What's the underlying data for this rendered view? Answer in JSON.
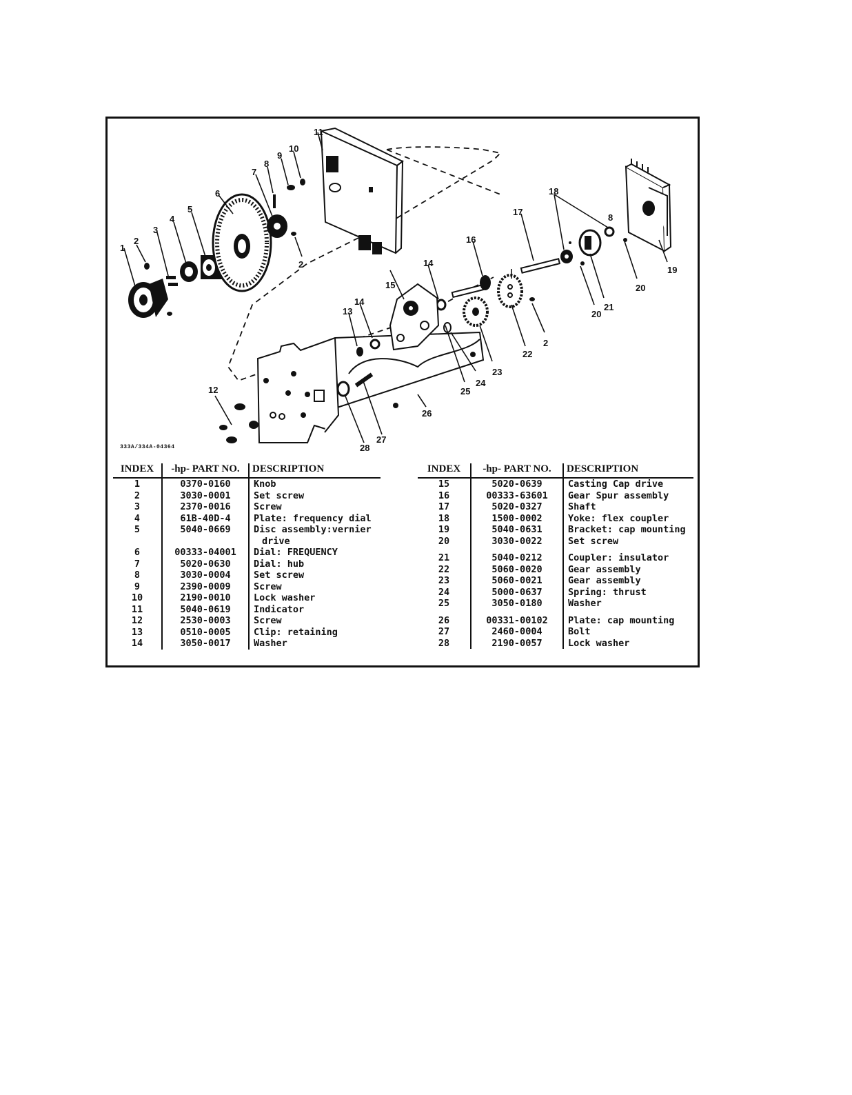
{
  "figure": {
    "figure_id": "333A/334A-04364",
    "callouts": [
      "1",
      "2",
      "3",
      "4",
      "5",
      "6",
      "7",
      "8",
      "9",
      "10",
      "11",
      "2",
      "12",
      "13",
      "14",
      "14",
      "15",
      "16",
      "17",
      "18",
      "8",
      "19",
      "20",
      "20",
      "21",
      "22",
      "2",
      "23",
      "24",
      "25",
      "26",
      "27",
      "28"
    ]
  },
  "table": {
    "headers": {
      "index": "INDEX",
      "part_no": "-hp- PART NO.",
      "description": "DESCRIPTION"
    },
    "left": [
      {
        "index": "1",
        "part_no": "0370-0160",
        "description": "Knob"
      },
      {
        "index": "2",
        "part_no": "3030-0001",
        "description": "Set screw"
      },
      {
        "index": "3",
        "part_no": "2370-0016",
        "description": "Screw"
      },
      {
        "index": "4",
        "part_no": "61B-40D-4",
        "description": "Plate: frequency dial"
      },
      {
        "index": "5",
        "part_no": "5040-0669",
        "description": "Disc assembly:vernier"
      },
      {
        "index": "",
        "part_no": "",
        "description": "drive"
      },
      {
        "index": "6",
        "part_no": "00333-04001",
        "description": "Dial: FREQUENCY"
      },
      {
        "index": "7",
        "part_no": "5020-0630",
        "description": "Dial: hub"
      },
      {
        "index": "8",
        "part_no": "3030-0004",
        "description": "Set screw"
      },
      {
        "index": "9",
        "part_no": "2390-0009",
        "description": "Screw"
      },
      {
        "index": "10",
        "part_no": "2190-0010",
        "description": "Lock washer"
      },
      {
        "index": "11",
        "part_no": "5040-0619",
        "description": "Indicator"
      },
      {
        "index": "12",
        "part_no": "2530-0003",
        "description": "Screw"
      },
      {
        "index": "13",
        "part_no": "0510-0005",
        "description": "Clip: retaining"
      },
      {
        "index": "14",
        "part_no": "3050-0017",
        "description": "Washer"
      }
    ],
    "right": [
      {
        "index": "15",
        "part_no": "5020-0639",
        "description": "Casting Cap drive"
      },
      {
        "index": "16",
        "part_no": "00333-63601",
        "description": "Gear Spur assembly"
      },
      {
        "index": "17",
        "part_no": "5020-0327",
        "description": "Shaft"
      },
      {
        "index": "18",
        "part_no": "1500-0002",
        "description": "Yoke: flex coupler"
      },
      {
        "index": "19",
        "part_no": "5040-0631",
        "description": "Bracket: cap mounting"
      },
      {
        "index": "20",
        "part_no": "3030-0022",
        "description": "Set screw"
      },
      {
        "index": "21",
        "part_no": "5040-0212",
        "description": "Coupler: insulator"
      },
      {
        "index": "22",
        "part_no": "5060-0020",
        "description": "Gear assembly"
      },
      {
        "index": "23",
        "part_no": "5060-0021",
        "description": "Gear assembly"
      },
      {
        "index": "24",
        "part_no": "5000-0637",
        "description": "Spring: thrust"
      },
      {
        "index": "25",
        "part_no": "3050-0180",
        "description": "Washer"
      },
      {
        "index": "26",
        "part_no": "00331-00102",
        "description": "Plate: cap mounting"
      },
      {
        "index": "27",
        "part_no": "2460-0004",
        "description": "Bolt"
      },
      {
        "index": "28",
        "part_no": "2190-0057",
        "description": "Lock washer"
      }
    ]
  }
}
